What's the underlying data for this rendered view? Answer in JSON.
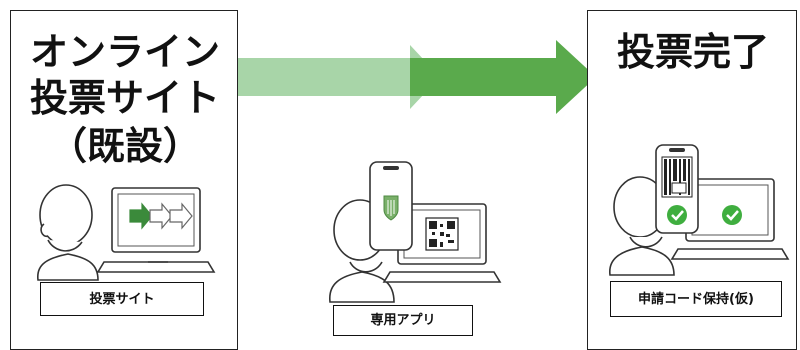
{
  "left_panel": {
    "title_line1": "オンライン",
    "title_line2": "投票サイト",
    "title_line3": "（既設）",
    "caption": "投票サイト"
  },
  "middle": {
    "caption": "専用アプリ"
  },
  "right_panel": {
    "title": "投票完了",
    "caption": "申請コード保持(仮)"
  },
  "colors": {
    "arrow_light": "#a8d5a8",
    "arrow_dark": "#5aaa4c",
    "check_green": "#3fae3f",
    "shield_green": "#7ab06a"
  },
  "icons": [
    "person-icon",
    "laptop-icon",
    "smartphone-icon",
    "shield-icon",
    "qr-code-icon",
    "barcode-icon",
    "check-icon",
    "arrow-icon"
  ]
}
